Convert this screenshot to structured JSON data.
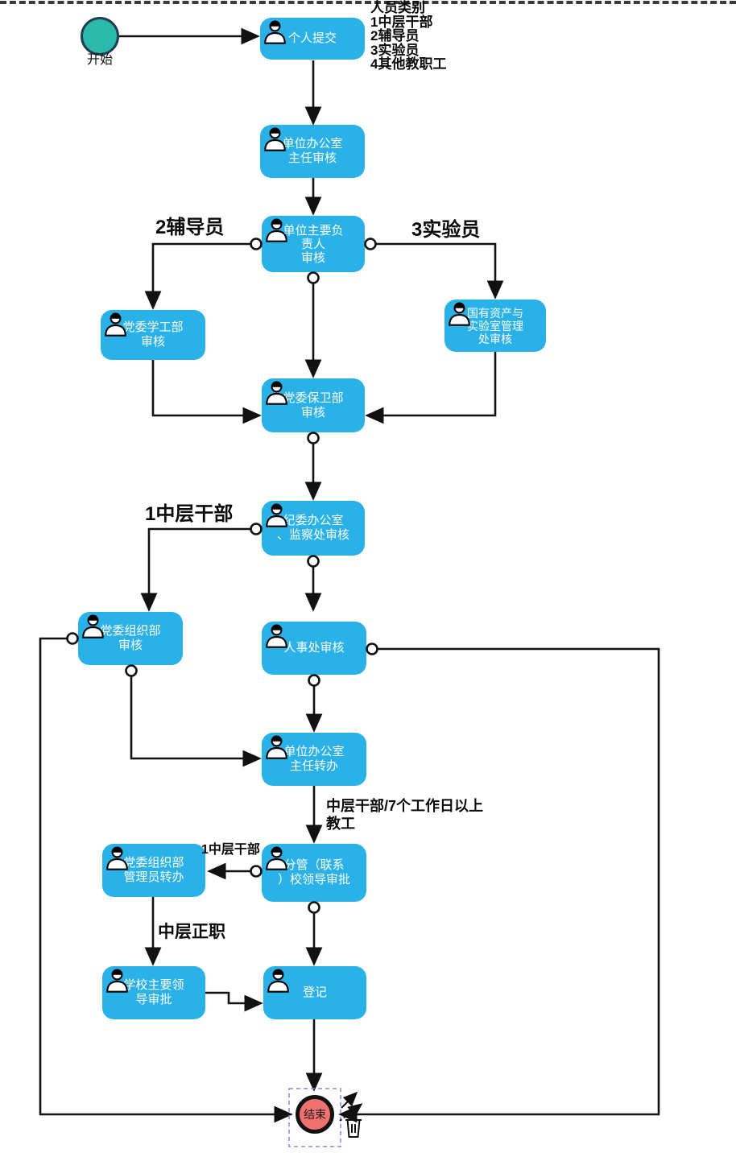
{
  "annotation": {
    "lines": [
      "人员类别",
      "1中层干部",
      "2辅导员",
      "3实验员",
      "4其他教职工"
    ]
  },
  "start": {
    "label": "开始"
  },
  "end": {
    "label": "结束"
  },
  "nodes": [
    {
      "id": "personal-submit",
      "lines": [
        "个人提交"
      ]
    },
    {
      "id": "unit-office-director-review",
      "lines": [
        "单位办公室",
        "主任审核"
      ]
    },
    {
      "id": "unit-principal-review",
      "lines": [
        "单位主要负",
        "责人",
        "审核"
      ]
    },
    {
      "id": "party-student-work-review",
      "lines": [
        "党委学工部",
        "审核"
      ]
    },
    {
      "id": "state-assets-lab-review",
      "lines": [
        "国有资产与",
        "实验室管理",
        "处审核"
      ]
    },
    {
      "id": "party-security-review",
      "lines": [
        "党委保卫部",
        "审核"
      ]
    },
    {
      "id": "discipline-supervision-review",
      "lines": [
        "纪委办公室",
        "、监察处审核"
      ]
    },
    {
      "id": "party-organization-review",
      "lines": [
        "党委组织部",
        "审核"
      ]
    },
    {
      "id": "hr-office-review",
      "lines": [
        "人事处审核"
      ]
    },
    {
      "id": "unit-office-director-transfer",
      "lines": [
        "单位办公室",
        "主任转办"
      ]
    },
    {
      "id": "party-org-admin-transfer",
      "lines": [
        "党委组织部",
        "管理员转办"
      ]
    },
    {
      "id": "deputy-school-leader-approval",
      "lines": [
        "分管（联系",
        "）校领导审批"
      ]
    },
    {
      "id": "school-main-leader-approval",
      "lines": [
        "学校主要领",
        "导审批"
      ]
    },
    {
      "id": "register",
      "lines": [
        "登记"
      ]
    }
  ],
  "edge_labels": {
    "counselor": "2辅导员",
    "lab_technician": "3实验员",
    "mid_level_cadre_1": "1中层干部",
    "mid_level_7days_line1": "中层干部/7个工作日以上",
    "mid_level_7days_line2": "教工",
    "mid_level_cadre_2": "1中层干部",
    "mid_level_principal": "中层正职"
  },
  "colors": {
    "node_fill": "#2ab1e8",
    "node_text": "#ffffff",
    "start_fill": "#2bb9a9",
    "start_border": "#1f3b56",
    "end_fill": "#f0716f",
    "end_border": "#111111",
    "line": "#111111",
    "selection_dash": "#8585e0"
  }
}
